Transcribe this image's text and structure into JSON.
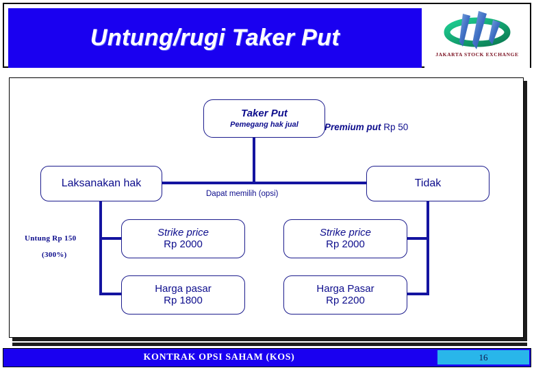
{
  "header": {
    "title": "Untung/rugi Taker Put",
    "title_bg": "#1a00f0",
    "title_color": "#ffffff",
    "logo": {
      "caption": "JAKARTA STOCK EXCHANGE",
      "caption_color": "#7a1020",
      "ring_color": "#12a06e",
      "bar_color": "#3f6fc4"
    }
  },
  "diagram": {
    "accent_color": "#0d0d8c",
    "line_color": "#1414a0",
    "nodes": {
      "taker": {
        "line1": "Taker Put",
        "line2": "Pemegang hak jual"
      },
      "laksanakan": {
        "line1": "Laksanakan hak"
      },
      "tidak": {
        "line1": "Tidak"
      },
      "strike_left": {
        "line1": "Strike price",
        "line2": "Rp 2000"
      },
      "strike_right": {
        "line1": "Strike price",
        "line2": "Rp 2000"
      },
      "harga_left": {
        "line1": "Harga pasar",
        "line2": "Rp 1800"
      },
      "harga_right": {
        "line1": "Harga Pasar",
        "line2": "Rp 2200"
      }
    },
    "labels": {
      "premium_em": "Premium put",
      "premium_value": " Rp 50",
      "opsi": "Dapat memilih (opsi)",
      "untung": "Untung Rp 150",
      "percent": "(300%)"
    }
  },
  "footer": {
    "title": "KONTRAK OPSI SAHAM  (KOS)",
    "page_number": "16",
    "bar_bg": "#1a00f0",
    "chip_bg": "#29b6ea"
  }
}
